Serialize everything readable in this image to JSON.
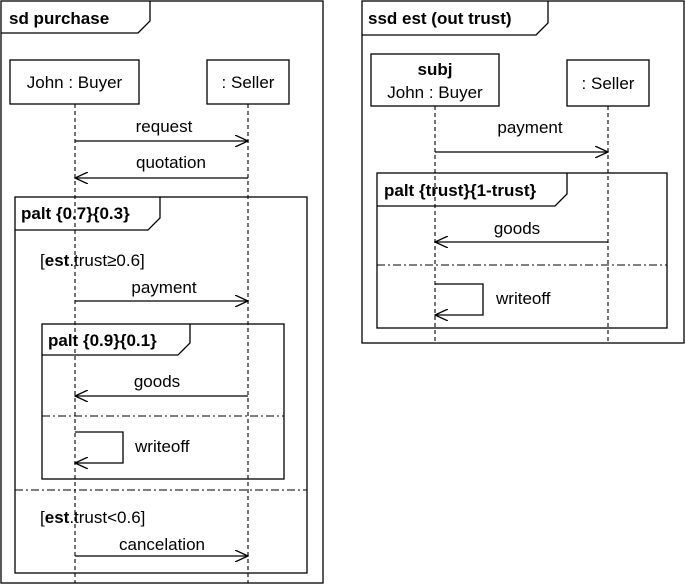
{
  "left_diagram": {
    "frame_label": "sd purchase",
    "lifeline_buyer": "John : Buyer",
    "lifeline_seller": ": Seller",
    "msg_request": "request",
    "msg_quotation": "quotation",
    "outer_palt": {
      "label_keyword": "palt",
      "label_probs": "{0.7}{0.3}",
      "guard1_keyword": "est",
      "guard1_rest": ".trust≥0.6]",
      "msg_payment": "payment",
      "inner_palt": {
        "label_keyword": "palt",
        "label_probs": "{0.9}{0.1}",
        "msg_goods": "goods",
        "msg_writeoff": "writeoff"
      },
      "guard2_keyword": "est",
      "guard2_rest": ".trust<0.6]",
      "msg_cancelation": "cancelation"
    }
  },
  "right_diagram": {
    "frame_label": "ssd est (out trust)",
    "lifeline_buyer_stereo": "subj",
    "lifeline_buyer": "John : Buyer",
    "lifeline_seller": ": Seller",
    "msg_payment": "payment",
    "palt": {
      "label_keyword": "palt",
      "label_probs": "{trust}{1-trust}",
      "msg_goods": "goods",
      "msg_writeoff": "writeoff"
    }
  }
}
